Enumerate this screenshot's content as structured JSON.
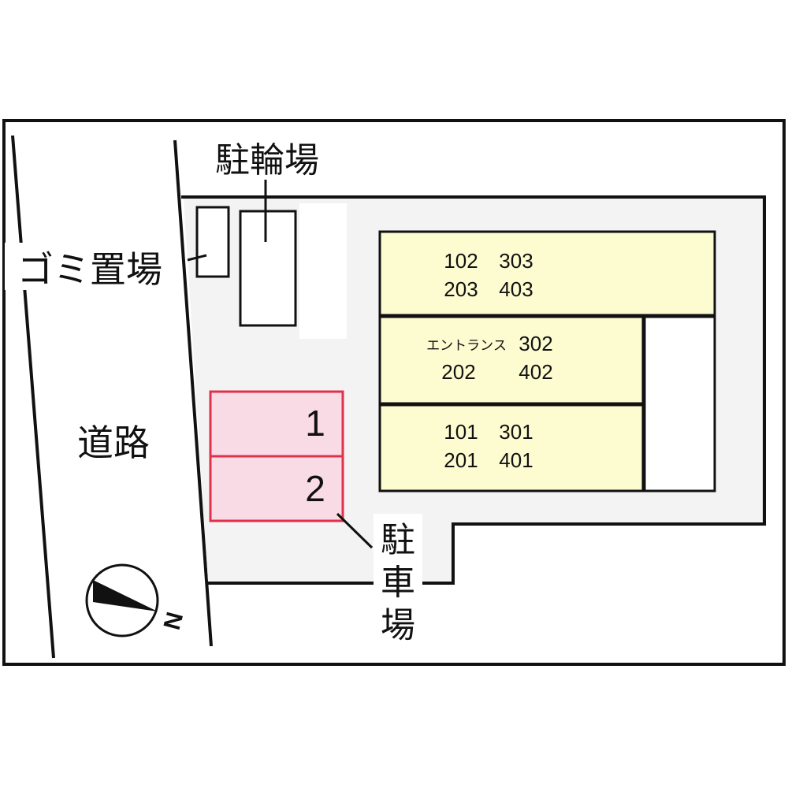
{
  "labels": {
    "bicycle_parking": "駐輪場",
    "garbage_area": "ゴミ置場",
    "road": "道路",
    "parking": [
      "駐",
      "車",
      "場"
    ]
  },
  "parking_spaces": [
    {
      "number": "1"
    },
    {
      "number": "2"
    }
  ],
  "building": {
    "rows": [
      {
        "line1": [
          "102",
          "303"
        ],
        "line2": [
          "203",
          "403"
        ]
      },
      {
        "line1": [
          "エントランス",
          "302"
        ],
        "line2": [
          "202",
          "402"
        ]
      },
      {
        "line1": [
          "101",
          "301"
        ],
        "line2": [
          "201",
          "401"
        ]
      }
    ]
  },
  "compass": {
    "direction": "N"
  },
  "colors": {
    "building_fill": "#fdfbd0",
    "parking_fill": "#f9dbe6",
    "parking_border": "#e0314a",
    "site_fill": "#f3f3f3",
    "outline": "#111111"
  }
}
